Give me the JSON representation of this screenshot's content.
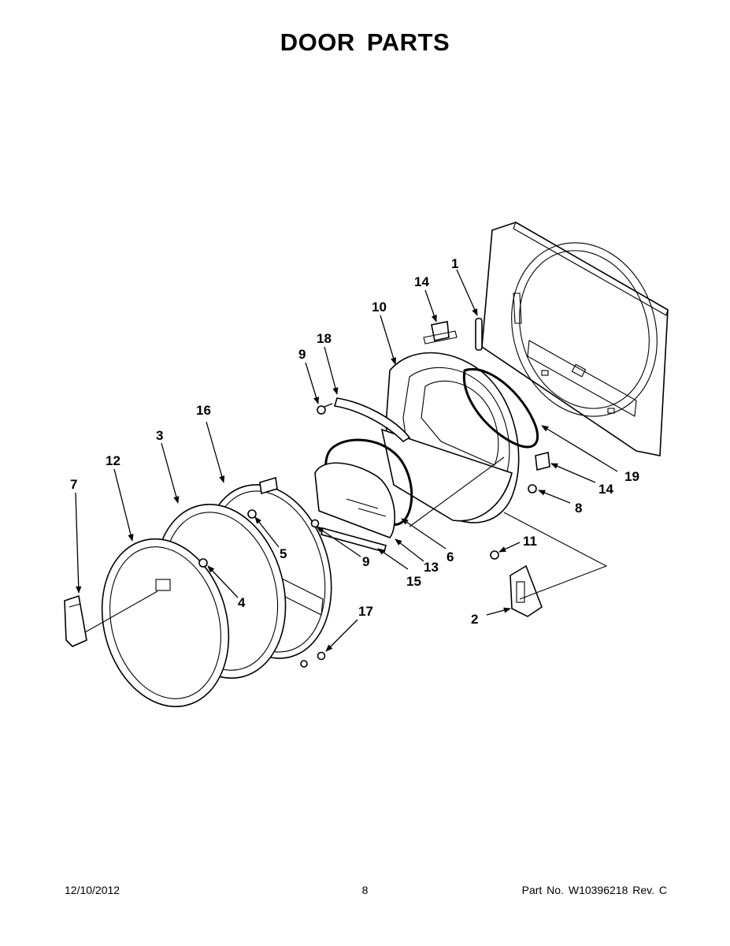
{
  "page": {
    "title": "DOOR PARTS"
  },
  "callouts": {
    "c1": "1",
    "c2": "2",
    "c3": "3",
    "c4": "4",
    "c5": "5",
    "c6": "6",
    "c7": "7",
    "c8": "8",
    "c9a": "9",
    "c9b": "9",
    "c10": "10",
    "c11": "11",
    "c12": "12",
    "c13": "13",
    "c14a": "14",
    "c14b": "14",
    "c15": "15",
    "c16": "16",
    "c17": "17",
    "c18": "18",
    "c19": "19"
  },
  "footer": {
    "date": "12/10/2012",
    "page_number": "8",
    "part_number": "Part No.  W10396218  Rev.  C"
  }
}
